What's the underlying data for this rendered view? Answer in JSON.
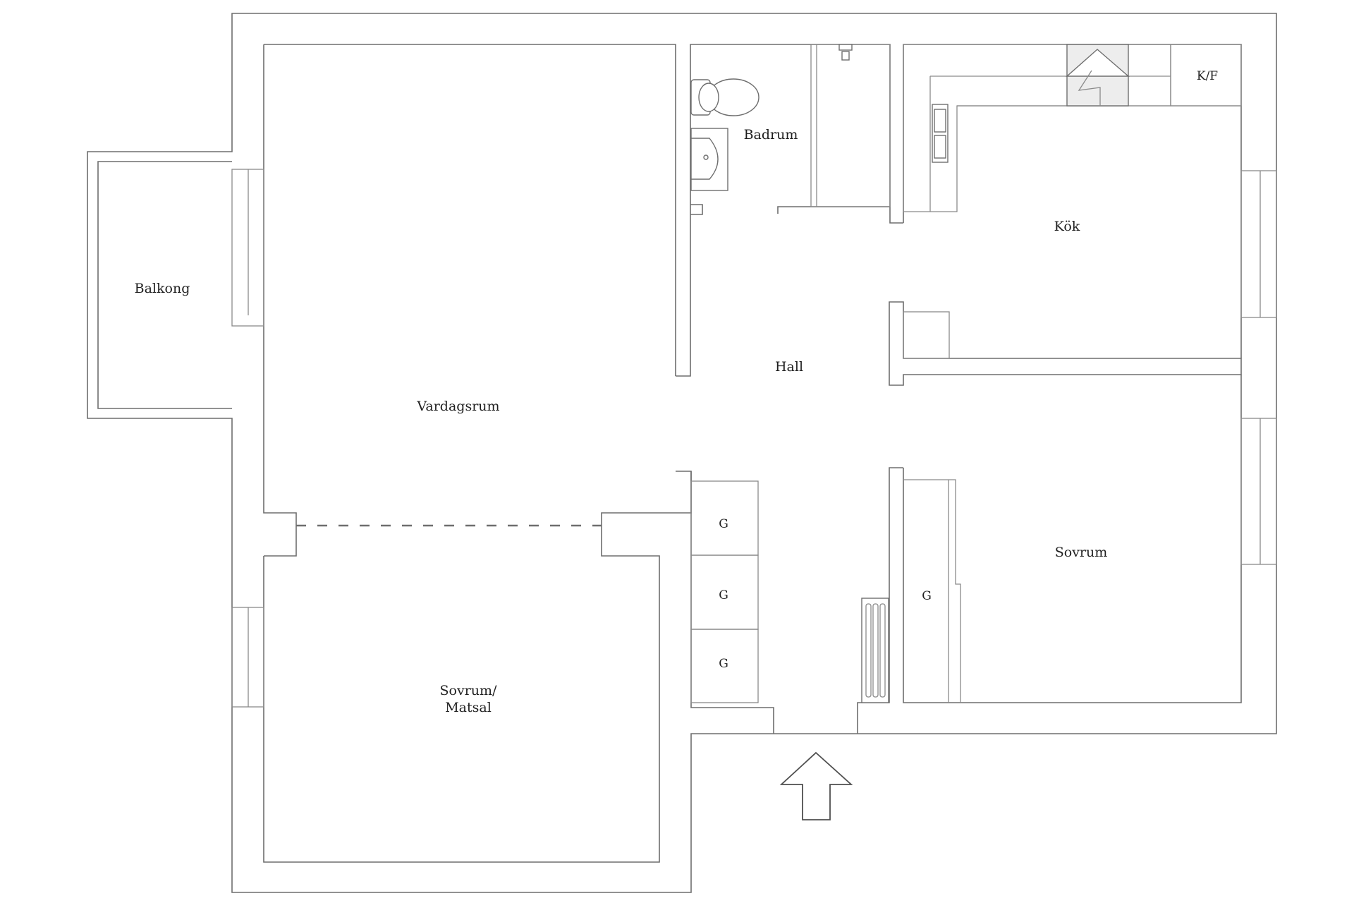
{
  "rooms": {
    "balcony": "Balkong",
    "living_room": "Vardagsrum",
    "bathroom": "Badrum",
    "kitchen": "Kök",
    "fridge_freezer": "K/F",
    "hall": "Hall",
    "bedroom": "Sovrum",
    "bedroom_dining_line1": "Sovrum/",
    "bedroom_dining_line2": "Matsal"
  },
  "wardrobes": {
    "hall_1": "G",
    "hall_2": "G",
    "hall_3": "G",
    "bedroom": "G"
  },
  "icons": {
    "entrance": "entrance-arrow-icon",
    "toilet": "toilet-icon",
    "sink": "washbasin-icon",
    "shower": "shower-head-icon",
    "stove_hood": "range-hood-icon",
    "kitchen_sink": "kitchen-sink-icon",
    "radiator": "radiator-icon"
  }
}
